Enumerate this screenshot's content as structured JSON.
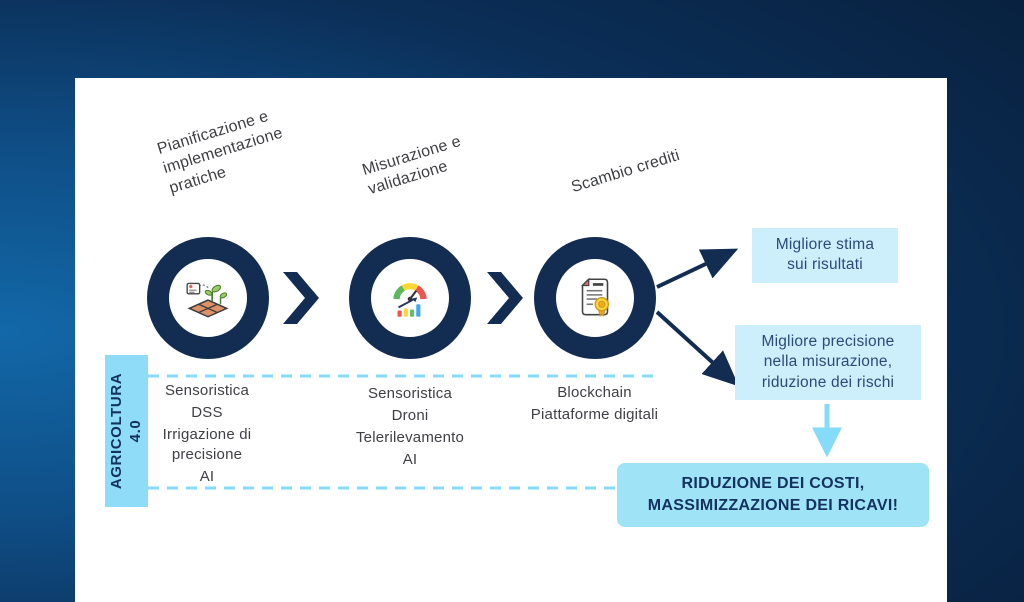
{
  "colors": {
    "navy": "#132c52",
    "sky": "#86dcf8",
    "pale_box": "#cdeefb",
    "strong_box": "#9fe3f7",
    "sidebar_box": "#8edcf7",
    "body_text": "#3f4045",
    "callout_text": "#2b4a7a"
  },
  "steps": [
    {
      "label": "Pianificazione e\nimplementazione\npratiche",
      "icon": "field-sensor-icon",
      "items": [
        "Sensoristica",
        "DSS",
        "Irrigazione di precisione",
        "AI"
      ]
    },
    {
      "label": "Misurazione e\nvalidazione",
      "icon": "gauge-chart-icon",
      "items": [
        "Sensoristica",
        "Droni",
        "Telerilevamento",
        "AI"
      ]
    },
    {
      "label": "Scambio crediti",
      "icon": "certificate-icon",
      "items": [
        "Blockchain",
        "Piattaforme digitali"
      ]
    }
  ],
  "sidebar": {
    "line1": "AGRICOLTURA",
    "line2": "4.0"
  },
  "callouts": {
    "top": "Migliore stima\nsui risultati",
    "middle": "Migliore precisione\nnella misurazione,\nriduzione dei rischi",
    "bottom": "RIDUZIONE DEI COSTI,\nMASSIMIZZAZIONE DEI RICAVI!"
  }
}
